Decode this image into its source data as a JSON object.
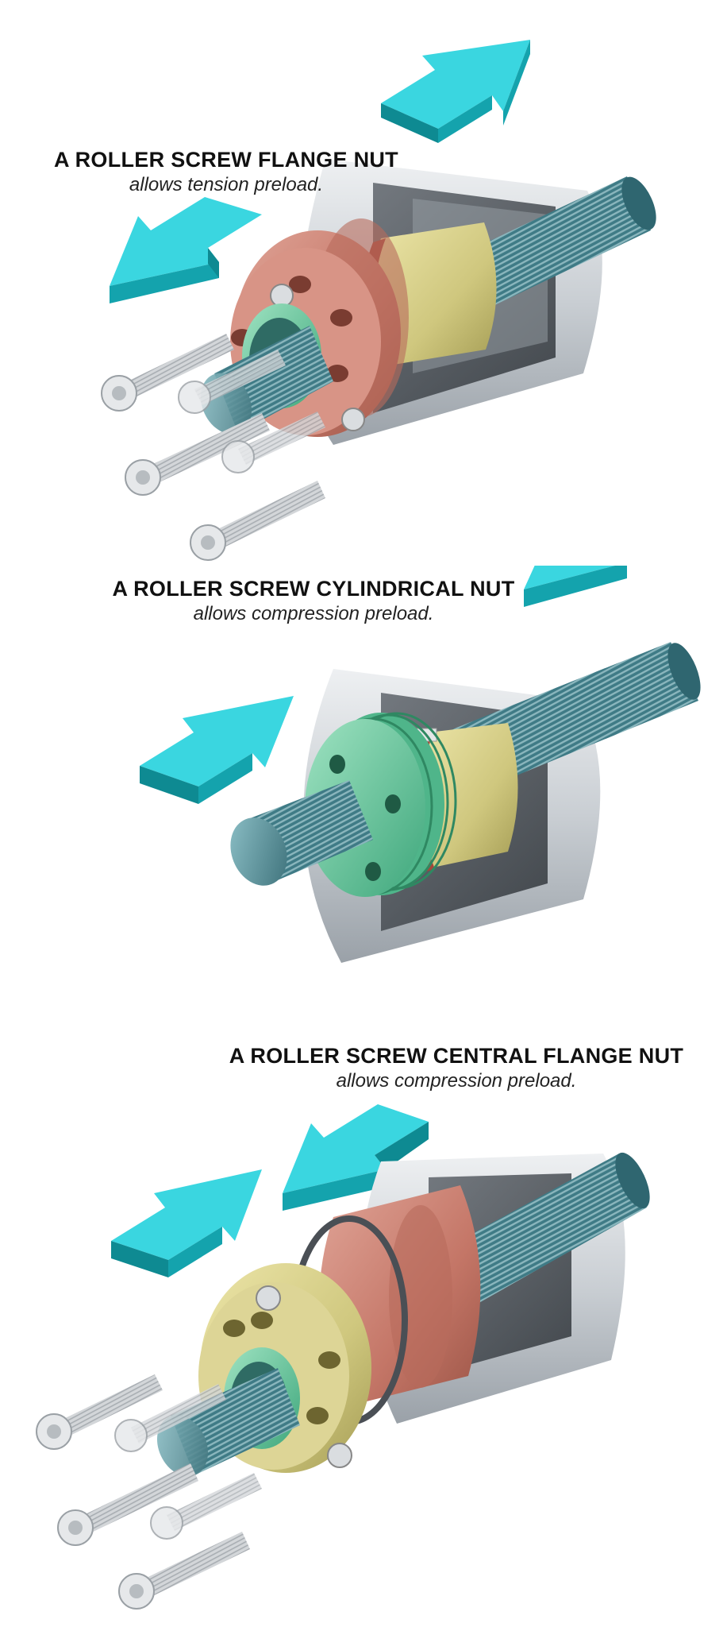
{
  "figure": {
    "panels": [
      {
        "title": "A ROLLER SCREW FLANGE NUT",
        "subtitle": "allows tension preload."
      },
      {
        "title": "A ROLLER SCREW CYLINDRICAL NUT",
        "subtitle": "allows compression preload."
      },
      {
        "title": "A ROLLER SCREW CENTRAL FLANGE NUT",
        "subtitle": "allows compression preload."
      }
    ]
  },
  "colors": {
    "arrow_face": "#3ad6e0",
    "arrow_side": "#14a3ad",
    "arrow_dark": "#0e8a92",
    "housing": "#d5d9de",
    "housing_dark": "#8e959c",
    "screw": "#3e7a84",
    "flange_red": "#c97c6e",
    "collar_yellow": "#d6cf86",
    "seal_green": "#6fc9a0",
    "bolt": "#e1e4e7"
  },
  "icons": [
    "arrow-icon",
    "bolt-icon"
  ]
}
